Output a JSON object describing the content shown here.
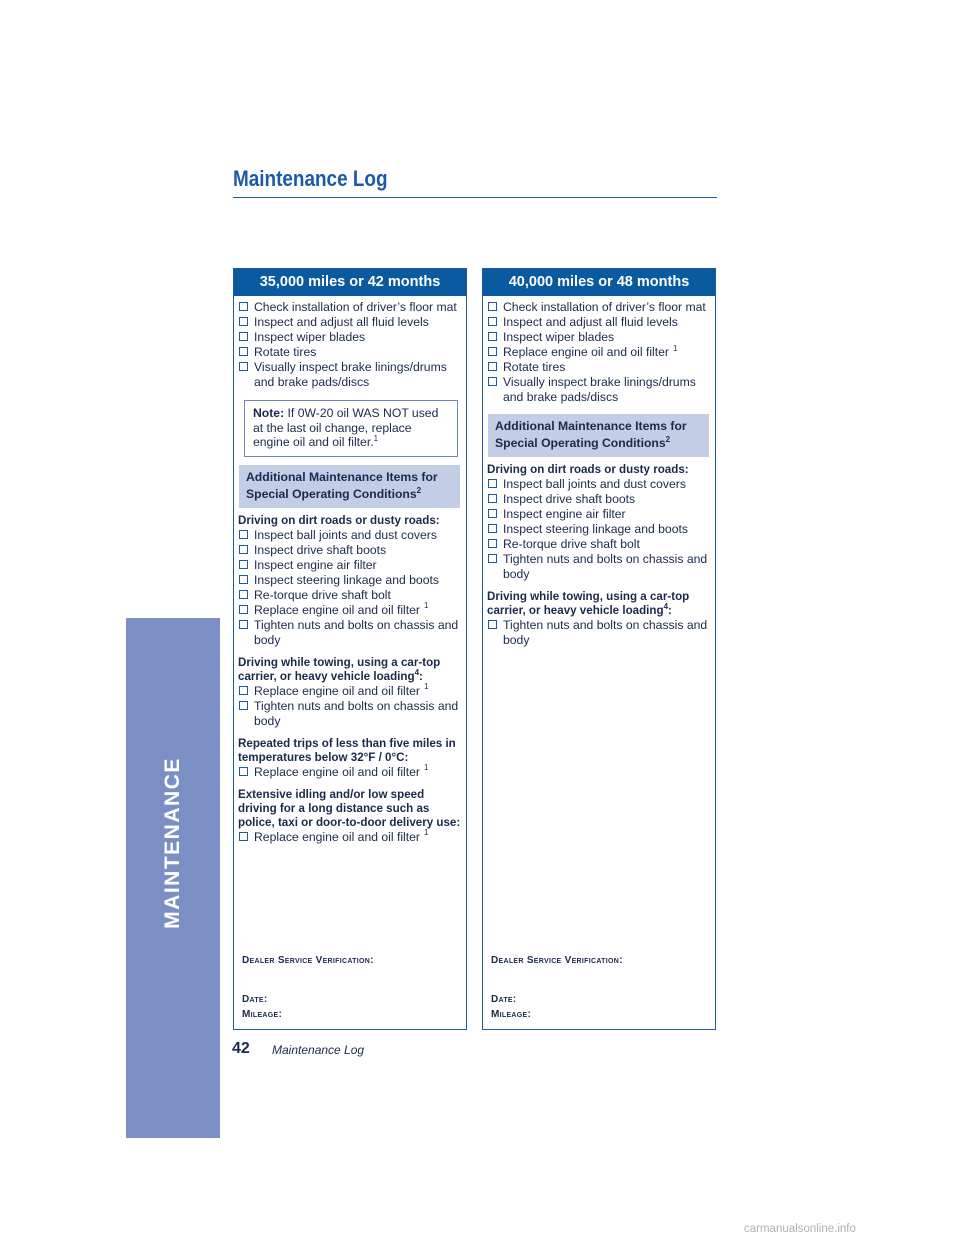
{
  "side_tab": {
    "label": "MAINTENANCE",
    "color": "#7b8fc4"
  },
  "page_title": "Maintenance Log",
  "accent_color": "#0a5aa0",
  "left": {
    "header": "35,000 miles or 42 months",
    "items": [
      {
        "text": "Check installation of driver’s floor mat",
        "sup": ""
      },
      {
        "text": "Inspect and adjust all fluid levels",
        "sup": ""
      },
      {
        "text": "Inspect wiper blades",
        "sup": ""
      },
      {
        "text": "Rotate tires",
        "sup": ""
      },
      {
        "text": "Visually inspect brake linings/drums and brake pads/discs",
        "sup": ""
      }
    ],
    "note": {
      "label": "Note:",
      "text": "If 0W-20 oil WAS NOT used at the last oil change, replace engine oil and oil filter.",
      "sup": "1"
    },
    "additional": {
      "text": "Additional Maintenance Items for Special Operating Conditions",
      "sup": "2"
    },
    "groups": [
      {
        "heading": "Driving on dirt roads or dusty roads:",
        "heading_sup": "",
        "heading_suffix": "",
        "items": [
          {
            "text": "Inspect ball joints and dust covers",
            "sup": ""
          },
          {
            "text": "Inspect drive shaft boots",
            "sup": ""
          },
          {
            "text": "Inspect engine air filter",
            "sup": ""
          },
          {
            "text": "Inspect steering linkage and boots",
            "sup": ""
          },
          {
            "text": "Re-torque drive shaft bolt",
            "sup": ""
          },
          {
            "text": "Replace engine oil and oil filter",
            "sup": "1"
          },
          {
            "text": "Tighten nuts and bolts on chassis and body",
            "sup": ""
          }
        ]
      },
      {
        "heading": "Driving while towing, using a car-top carrier, or heavy vehicle loading",
        "heading_sup": "4",
        "heading_suffix": ":",
        "items": [
          {
            "text": "Replace engine oil and oil filter",
            "sup": "1"
          },
          {
            "text": "Tighten nuts and bolts on chassis and body",
            "sup": ""
          }
        ]
      },
      {
        "heading": "Repeated trips of less than five miles in temperatures below 32°F / 0°C:",
        "heading_sup": "",
        "heading_suffix": "",
        "items": [
          {
            "text": "Replace engine oil and oil filter",
            "sup": "1"
          }
        ]
      },
      {
        "heading": "Extensive idling and/or low speed driving for a long distance such as police, taxi or door-to-door delivery use:",
        "heading_sup": "",
        "heading_suffix": "",
        "items": [
          {
            "text": "Replace engine oil and oil filter",
            "sup": "1"
          }
        ]
      }
    ],
    "verification": "Dealer Service Verification:",
    "date_label": "Date:",
    "mileage_label": "Mileage:"
  },
  "right": {
    "header": "40,000 miles or 48 months",
    "items": [
      {
        "text": "Check installation of driver’s floor mat",
        "sup": ""
      },
      {
        "text": "Inspect and adjust all fluid levels",
        "sup": ""
      },
      {
        "text": "Inspect wiper blades",
        "sup": ""
      },
      {
        "text": "Replace engine oil and oil filter",
        "sup": "1"
      },
      {
        "text": "Rotate tires",
        "sup": ""
      },
      {
        "text": "Visually inspect brake linings/drums and brake pads/discs",
        "sup": ""
      }
    ],
    "additional": {
      "text": "Additional Maintenance Items for Special Operating Conditions",
      "sup": "2"
    },
    "groups": [
      {
        "heading": "Driving on dirt roads or dusty roads:",
        "heading_sup": "",
        "heading_suffix": "",
        "items": [
          {
            "text": "Inspect ball joints and dust covers",
            "sup": ""
          },
          {
            "text": "Inspect drive shaft boots",
            "sup": ""
          },
          {
            "text": "Inspect engine air filter",
            "sup": ""
          },
          {
            "text": "Inspect steering linkage and boots",
            "sup": ""
          },
          {
            "text": "Re-torque drive shaft bolt",
            "sup": ""
          },
          {
            "text": "Tighten nuts and bolts on chassis and body",
            "sup": ""
          }
        ]
      },
      {
        "heading": "Driving while towing, using a car-top carrier, or heavy vehicle loading",
        "heading_sup": "4",
        "heading_suffix": ":",
        "items": [
          {
            "text": "Tighten nuts and bolts on chassis and body",
            "sup": ""
          }
        ]
      }
    ],
    "verification": "Dealer Service Verification:",
    "date_label": "Date:",
    "mileage_label": "Mileage:"
  },
  "footer": {
    "page_number": "42",
    "section": "Maintenance Log"
  },
  "watermark": "carmanualsonline.info"
}
